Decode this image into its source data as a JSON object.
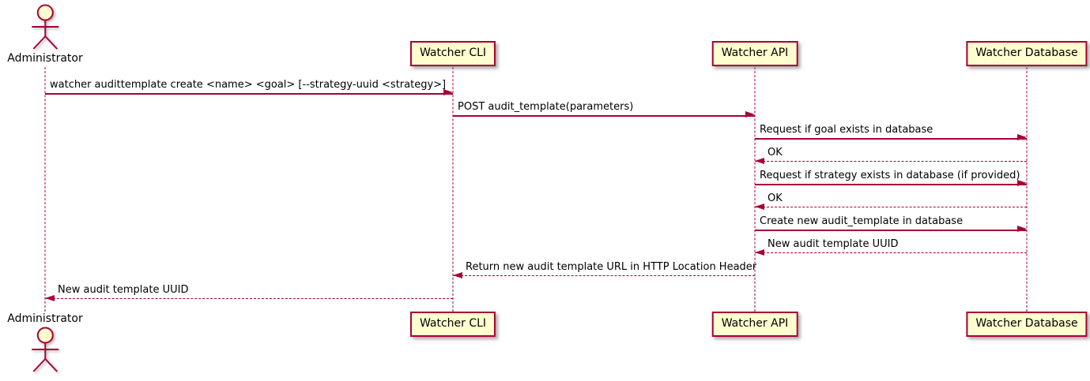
{
  "colors": {
    "accent": "#A80036",
    "participant_fill": "#FEFECE",
    "text": "#000000",
    "background": "#FFFFFF"
  },
  "actor": {
    "label": "Administrator"
  },
  "participants": [
    {
      "label": "Watcher CLI"
    },
    {
      "label": "Watcher API"
    },
    {
      "label": "Watcher Database"
    }
  ],
  "messages": [
    {
      "from": "Administrator",
      "to": "Watcher CLI",
      "line": "solid",
      "direction": "right",
      "text": "watcher audittemplate create <name> <goal> [--strategy-uuid <strategy>]"
    },
    {
      "from": "Watcher CLI",
      "to": "Watcher API",
      "line": "solid",
      "direction": "right",
      "text": "POST audit_template(parameters)"
    },
    {
      "from": "Watcher API",
      "to": "Watcher Database",
      "line": "solid",
      "direction": "right",
      "text": "Request if goal exists in database"
    },
    {
      "from": "Watcher Database",
      "to": "Watcher API",
      "line": "dashed",
      "direction": "left",
      "text": "OK"
    },
    {
      "from": "Watcher API",
      "to": "Watcher Database",
      "line": "solid",
      "direction": "right",
      "text": "Request if strategy exists in database (if provided)"
    },
    {
      "from": "Watcher Database",
      "to": "Watcher API",
      "line": "dashed",
      "direction": "left",
      "text": "OK"
    },
    {
      "from": "Watcher API",
      "to": "Watcher Database",
      "line": "solid",
      "direction": "right",
      "text": "Create new audit_template in database"
    },
    {
      "from": "Watcher Database",
      "to": "Watcher API",
      "line": "dashed",
      "direction": "left",
      "text": "New audit template UUID"
    },
    {
      "from": "Watcher API",
      "to": "Watcher CLI",
      "line": "dashed",
      "direction": "left",
      "text": "Return new audit template URL in HTTP Location Header"
    },
    {
      "from": "Watcher CLI",
      "to": "Administrator",
      "line": "dashed",
      "direction": "left",
      "text": "New audit template UUID"
    }
  ]
}
